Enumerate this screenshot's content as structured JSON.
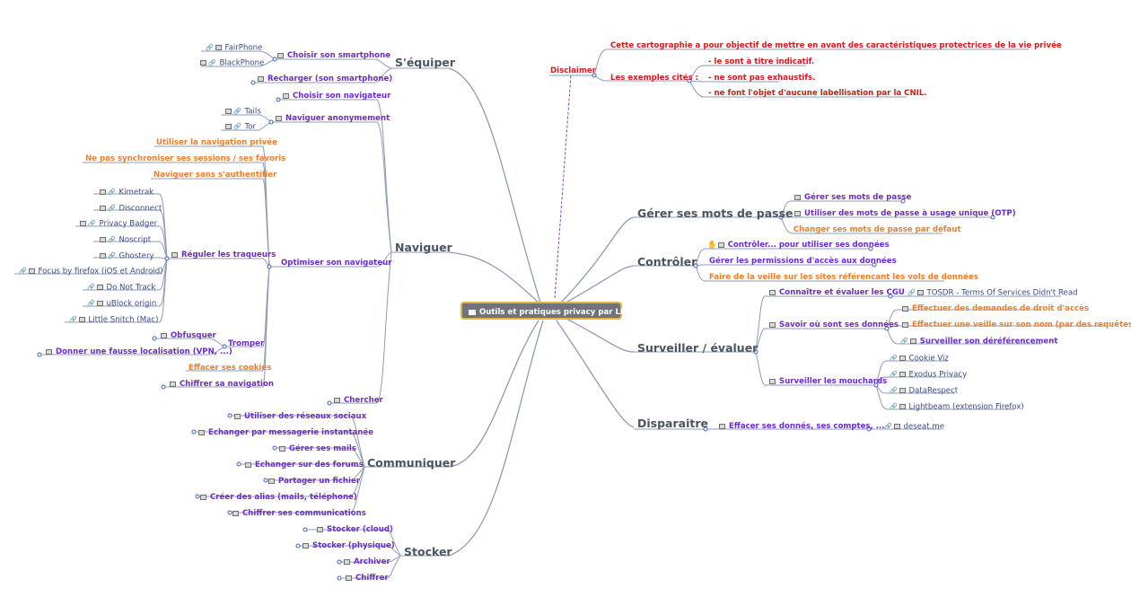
{
  "central": "Outils et pratiques privacy par LINC",
  "branches": {
    "sequiper": {
      "title": "S'équiper",
      "choisir": "Choisir son smartphone",
      "fairphone": "FairPhone",
      "blackphone": "BlackPhone",
      "recharger": "Recharger (son smartphone)"
    },
    "naviguer": {
      "title": "Naviguer",
      "choisir_nav": "Choisir son navigateur",
      "naviguer_anon": "Naviguer anonymement",
      "tails": "Tails",
      "tor": "Tor",
      "nav_privee": "Utiliser la navigation privée",
      "ne_pas_sync": "Ne pas synchroniser ses sessions / ses favoris",
      "sans_auth": "Naviguer sans s'authentifier",
      "optimiser": "Optimiser son navigateur",
      "reguler": "Réguler les traqueurs",
      "trackers": [
        "Kimetrak",
        "Disconnect",
        "Privacy Badger",
        "Noscript",
        "Ghostery",
        "Focus by firefox (iOS et Android)",
        "Do Not Track",
        "uBlock origin",
        "Little Snitch (Mac)"
      ],
      "tromper": "Tromper",
      "obfusquer": "Obfusquer",
      "fausse_loc": "Donner une fausse localisation (VPN, ...)",
      "effacer_cookies": "Effacer ses cookies",
      "chiffrer_nav": "Chiffrer sa navigation",
      "chercher": "Chercher"
    },
    "communiquer": {
      "title": "Communiquer",
      "items": [
        "Utiliser des réseaux sociaux",
        "Echanger par messagerie instantanée",
        "Gérer ses mails",
        "Echanger sur des forums",
        "Partager un fichier",
        "Créer des alias (mails, téléphone)",
        "Chiffrer ses communications"
      ]
    },
    "stocker": {
      "title": "Stocker",
      "items": [
        "Stocker (cloud)",
        "Stocker (physique)",
        "Archiver",
        "Chiffrer"
      ]
    },
    "disclaimer": {
      "title": "Disclaimer",
      "line1": "Cette cartographie a pour objectif de mettre en avant des caractéristiques protectrices de la vie privée",
      "exemples": "Les exemples cités :",
      "sub": [
        "- le sont à titre indicatif.",
        "- ne sont pas exhaustifs.",
        "- ne font l'objet d'aucune labellisation par la CNIL."
      ]
    },
    "mdp": {
      "title": "Gérer ses mots de passe",
      "items": [
        "Gérer ses mots de passe",
        "Utiliser des mots de passe à usage unique (OTP)",
        "Changer ses mots de passe par défaut"
      ]
    },
    "controler": {
      "title": "Contrôler",
      "items": [
        "Contrôler... pour utiliser ses données",
        "Gérer les permissions d'accès aux données",
        "Faire de la veille sur les sites référencant les vols de données"
      ]
    },
    "surveiller": {
      "title": "Surveiller / évaluer",
      "cgu": "Connaître et évaluer les CGU",
      "tosdr": "TOSDR - Terms Of Services Didn't Read",
      "savoir": "Savoir où sont ses données",
      "droit": "Effectuer des demandes de droit d'accès",
      "veille_nom": "Effectuer une veille sur son nom (par des requêtes)",
      "deref": "Surveiller son déréférencement",
      "mouchards": "Surveiller les mouchards",
      "mouchards_items": [
        "Cookie Viz",
        "Exodus Privacy",
        "DataRespect",
        "Lightbeam (extension Firefox)"
      ]
    },
    "disparaitre": {
      "title": "Disparaitre",
      "effacer": "Effacer ses donnés, ses comptes, ...",
      "deseat": "deseat.me"
    }
  },
  "colors": {
    "purple": "#6b2bd6",
    "orange": "#ef7e2c",
    "red": "#d81a1a",
    "blue": "#3a4a8a",
    "branch_line": "#8794ad",
    "central_fill": "#6f737c",
    "central_border": "#e1b63f"
  }
}
